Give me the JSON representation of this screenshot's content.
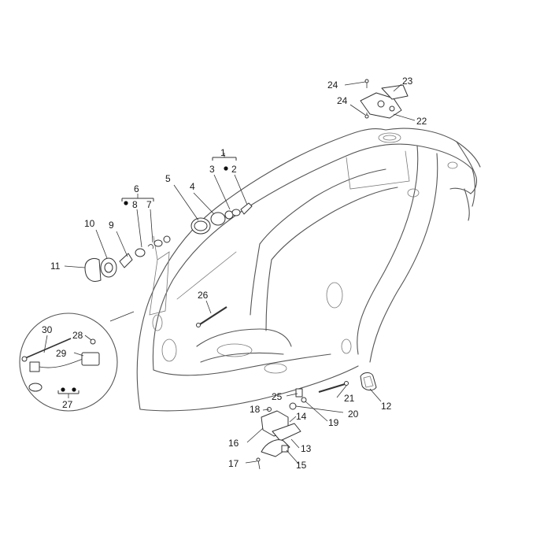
{
  "labels": {
    "n1": "1",
    "n2": "2",
    "n3": "3",
    "n4": "4",
    "n5": "5",
    "n6": "6",
    "n7": "7",
    "n8": "8",
    "n9": "9",
    "n10": "10",
    "n11": "11",
    "n12": "12",
    "n13": "13",
    "n14": "14",
    "n15": "15",
    "n16": "16",
    "n17": "17",
    "n18": "18",
    "n19": "19",
    "n20": "20",
    "n21": "21",
    "n22": "22",
    "n23": "23",
    "n24a": "24",
    "n24b": "24",
    "n25": "25",
    "n26": "26",
    "n27": "27",
    "n28": "28",
    "n29": "29",
    "n30": "30"
  }
}
